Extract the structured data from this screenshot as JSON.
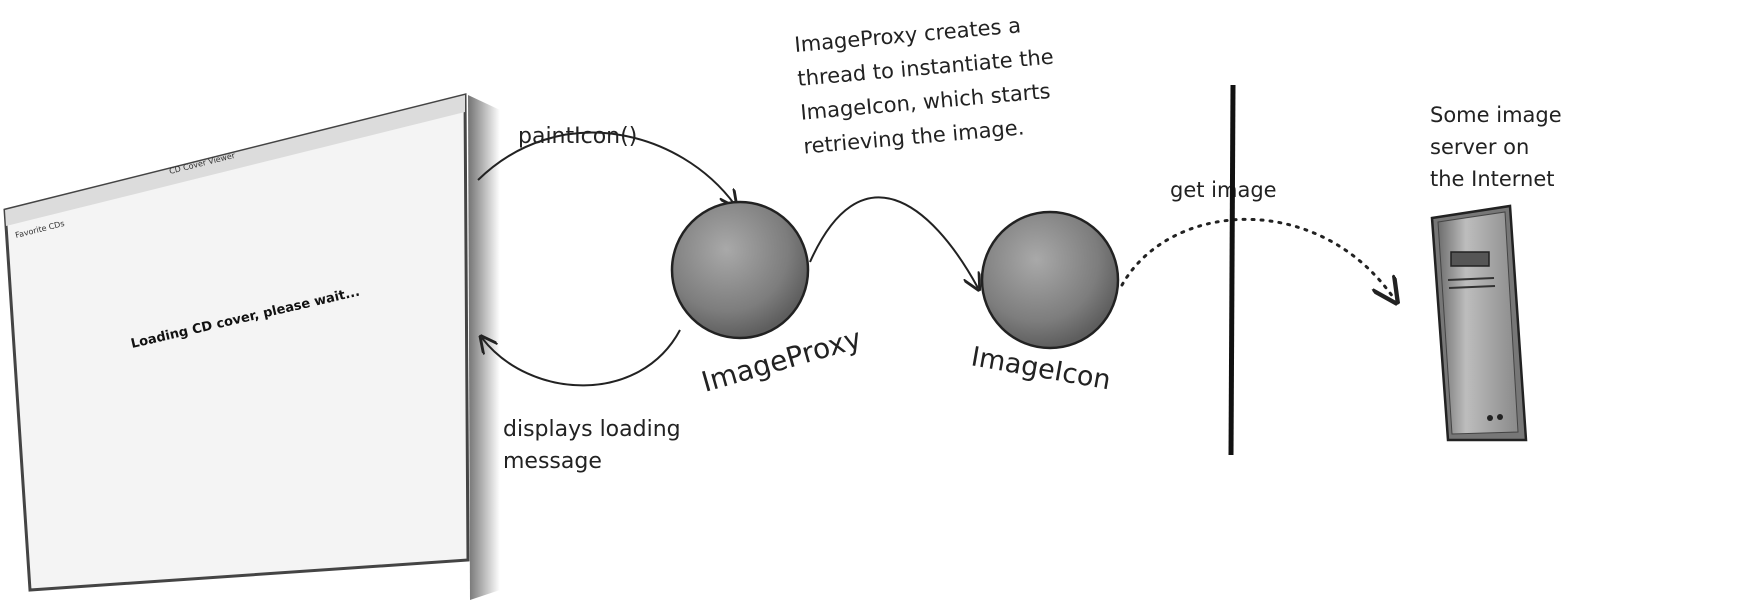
{
  "window": {
    "title": "CD Cover Viewer",
    "menu_1": "Favorite CDs",
    "loading_text": "Loading CD cover, please wait..."
  },
  "labels": {
    "paint_icon": "paintIcon()",
    "displays_loading_line1": "displays loading",
    "displays_loading_line2": "message",
    "proxy_note_line1": "ImageProxy creates a",
    "proxy_note_line2": "thread to instantiate the",
    "proxy_note_line3": "ImageIcon, which starts",
    "proxy_note_line4": "retrieving the image.",
    "get_image": "get image",
    "server_line1": "Some image",
    "server_line2": "server on",
    "server_line3": "the Internet"
  },
  "nodes": {
    "image_proxy": "ImageProxy",
    "image_icon": "ImageIcon"
  },
  "icons": {
    "server": "server-tower-icon"
  }
}
